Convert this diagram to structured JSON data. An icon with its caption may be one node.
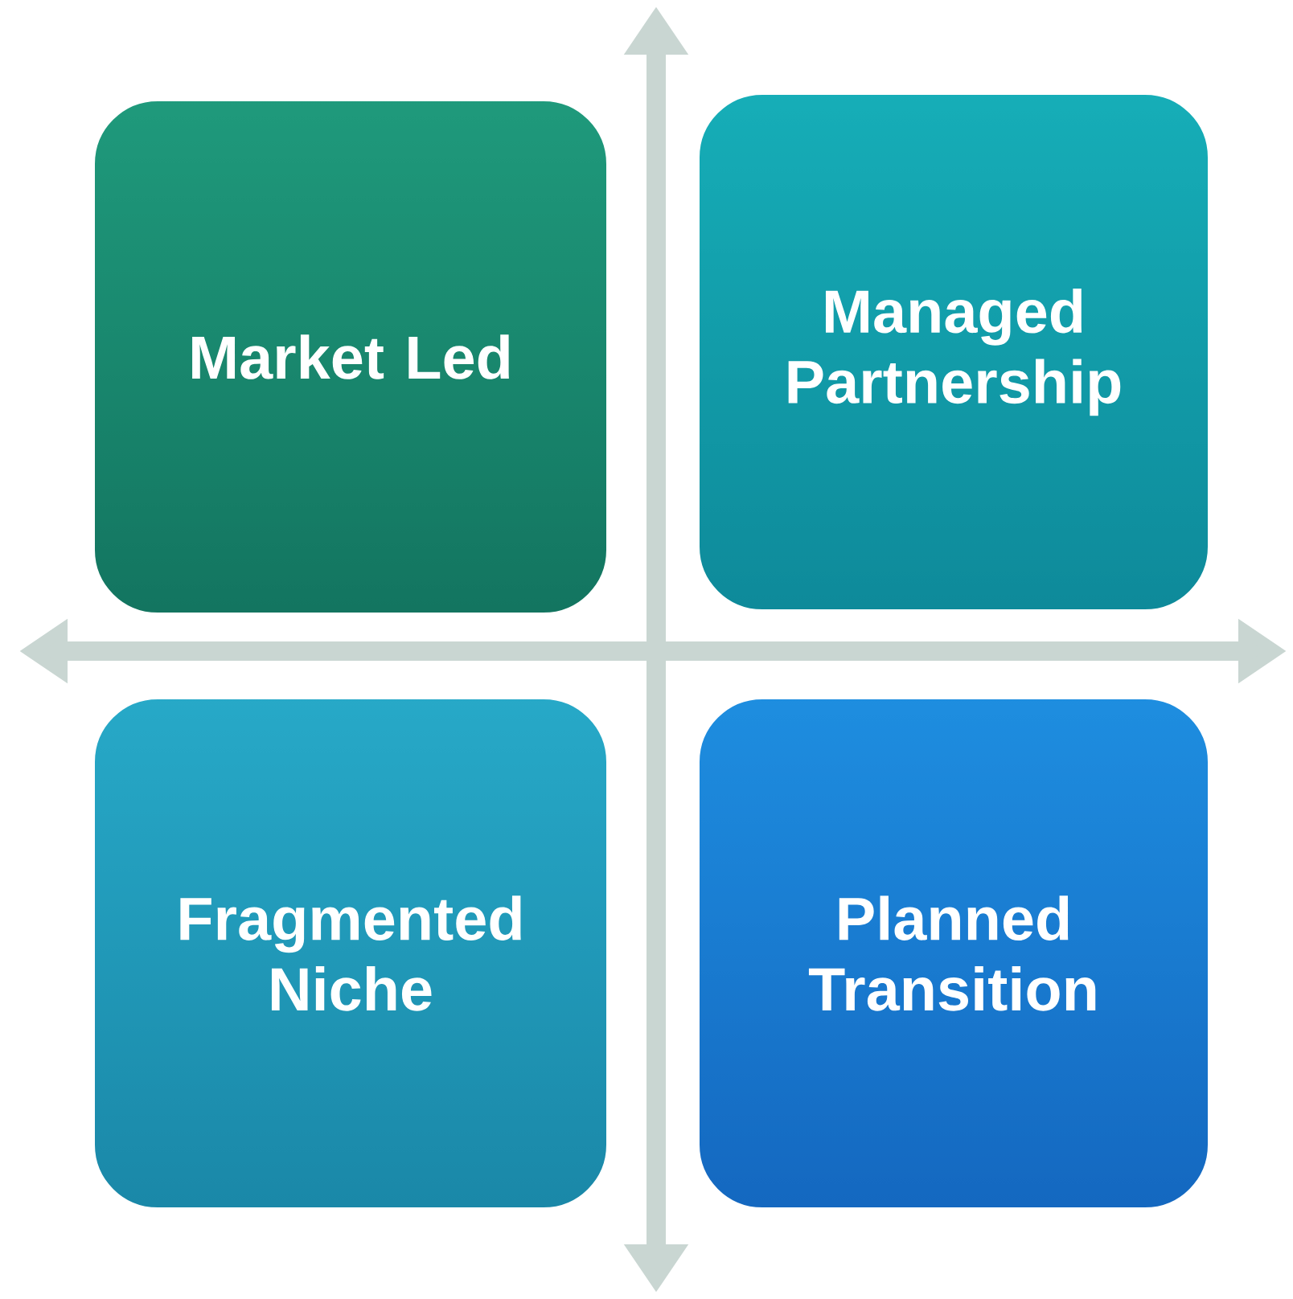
{
  "diagram": {
    "nodes": [
      {
        "text": [
          "Market Led"
        ]
      },
      {
        "text": [
          "Managed Partnership"
        ]
      },
      {
        "text": [
          "Fragmented Niche"
        ]
      },
      {
        "text": [
          "Planned Transition"
        ]
      }
    ]
  }
}
